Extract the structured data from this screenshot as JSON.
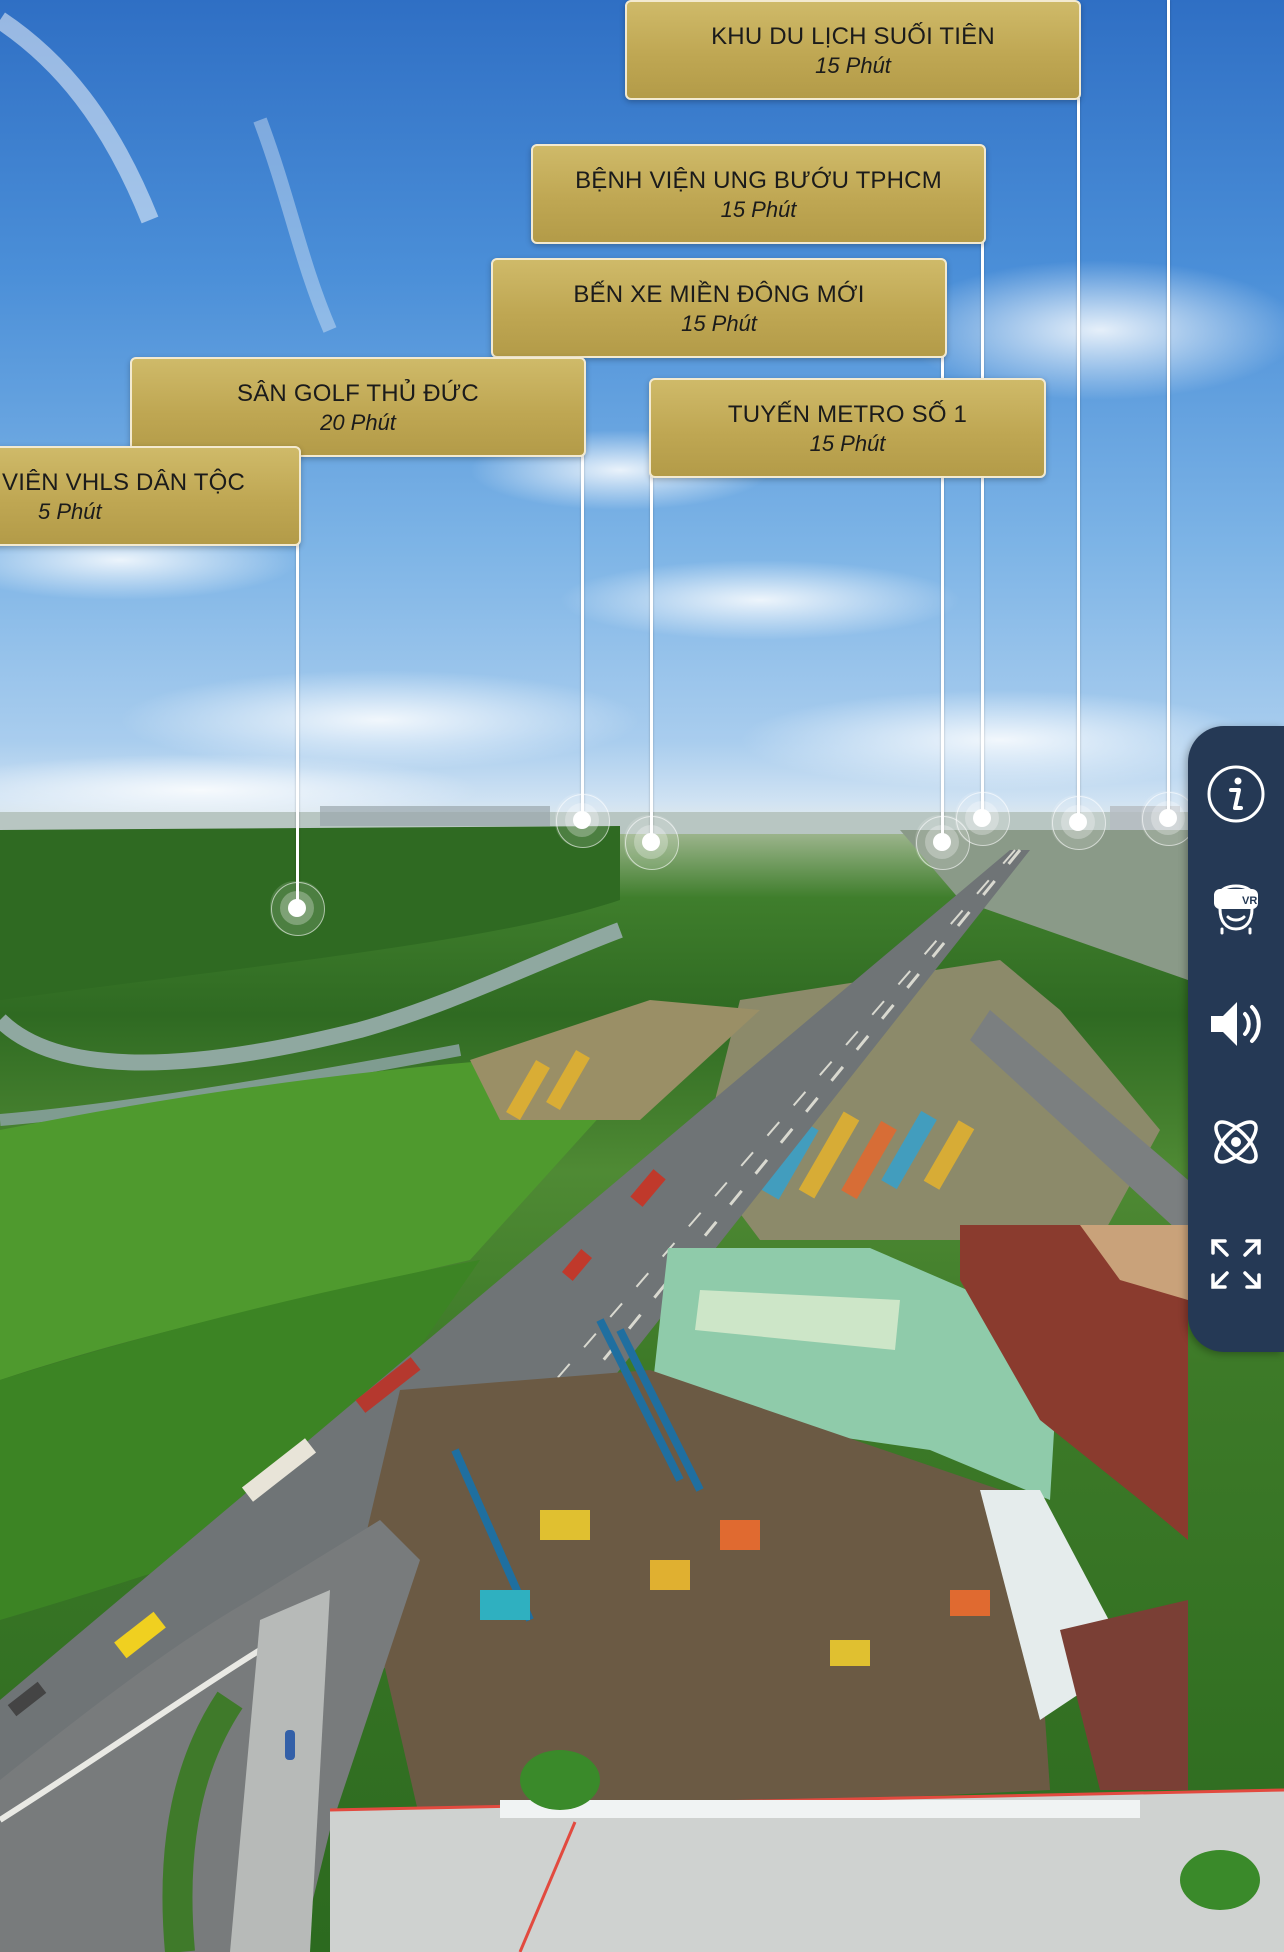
{
  "locations": [
    {
      "name": "KHU DU LỊCH SUỐI TIÊN",
      "time": "15 Phút"
    },
    {
      "name": "BỆNH VIỆN UNG BƯỚU TPHCM",
      "time": "15 Phút"
    },
    {
      "name": "BẾN XE MIỀN ĐÔNG MỚI",
      "time": "15 Phút"
    },
    {
      "name": "SÂN GOLF THỦ ĐỨC",
      "time": "20 Phút"
    },
    {
      "name": "TUYẾN METRO SỐ 1",
      "time": "15 Phút"
    },
    {
      "name": "VIÊN VHLS DÂN TỘC",
      "time": "5 Phút"
    }
  ],
  "toolbar": {
    "buttons": [
      {
        "icon": "info-icon"
      },
      {
        "icon": "vr-headset-icon",
        "badge": "VR"
      },
      {
        "icon": "sound-icon"
      },
      {
        "icon": "gyroscope-icon"
      },
      {
        "icon": "fullscreen-icon"
      }
    ]
  },
  "colors": {
    "label_fill": "#c4ac58",
    "label_border": "#f3ead0",
    "toolbar_bg": "#253955",
    "pin": "#ffffff"
  }
}
